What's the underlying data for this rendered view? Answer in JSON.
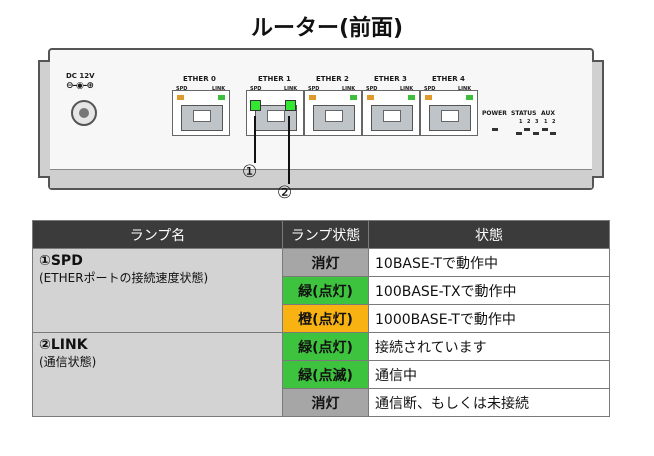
{
  "title": "ルーター(前面)",
  "router": {
    "dc_label": "DC 12V",
    "ports": [
      {
        "name": "ETHER 0"
      },
      {
        "name": "ETHER 1"
      },
      {
        "name": "ETHER 2"
      },
      {
        "name": "ETHER 3"
      },
      {
        "name": "ETHER 4"
      }
    ],
    "spd_label": "SPD",
    "link_label": "LINK",
    "power_label": "POWER",
    "status_label": "STATUS",
    "aux_label": "AUX",
    "status_nums": [
      "1",
      "2",
      "3",
      "1",
      "2"
    ],
    "highlight_color": "#32e632",
    "callouts": [
      "①",
      "②"
    ]
  },
  "table": {
    "headers": [
      "ランプ名",
      "ランプ状態",
      "状態"
    ],
    "groups": [
      {
        "name": "①SPD",
        "sub": "(ETHERポートの接続速度状態)",
        "rows": [
          {
            "lamp": "消灯",
            "color": "#a6a6a6",
            "state": "10BASE-Tで動作中"
          },
          {
            "lamp": "緑(点灯)",
            "color": "#3ec33e",
            "state": "100BASE-TXで動作中"
          },
          {
            "lamp": "橙(点灯)",
            "color": "#f8b312",
            "state": "1000BASE-Tで動作中"
          }
        ]
      },
      {
        "name": "②LINK",
        "sub": "(通信状態)",
        "rows": [
          {
            "lamp": "緑(点灯)",
            "color": "#3ec33e",
            "state": "接続されています"
          },
          {
            "lamp": "緑(点滅)",
            "color": "#3ec33e",
            "state": "通信中"
          },
          {
            "lamp": "消灯",
            "color": "#a6a6a6",
            "state": "通信断、もしくは未接続"
          }
        ]
      }
    ]
  }
}
